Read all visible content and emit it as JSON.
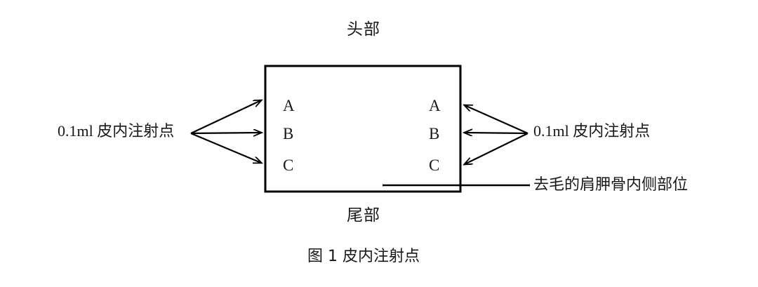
{
  "figure": {
    "caption": "图 1  皮内注射点",
    "head_label": "头部",
    "tail_label": "尾部",
    "left_injection_label": "0.1ml 皮内注射点",
    "right_injection_label": "0.1ml 皮内注射点",
    "shaved_area_label": "去毛的肩胛骨内侧部位",
    "injection_sites": {
      "left_column": [
        "A",
        "B",
        "C"
      ],
      "right_column": [
        "A",
        "B",
        "C"
      ]
    },
    "colors": {
      "stroke": "#000000",
      "text": "#181818",
      "background": "#ffffff"
    },
    "icons": {
      "arrow": "arrow-icon",
      "leader_line": "leader-line-icon"
    }
  }
}
